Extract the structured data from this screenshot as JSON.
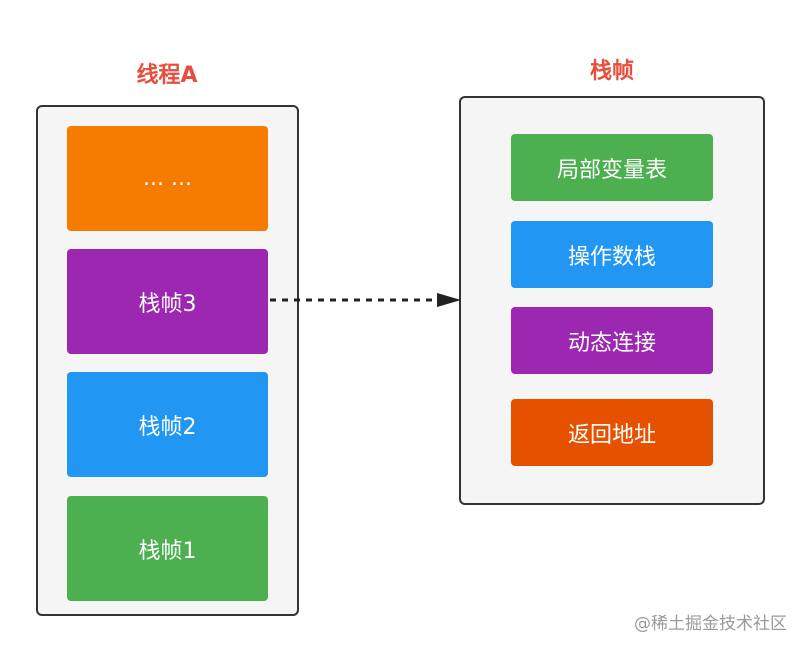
{
  "thread": {
    "title": "线程A",
    "frames": [
      {
        "label": "... ...",
        "color": "#f57c00"
      },
      {
        "label": "栈帧3",
        "color": "#9c27b0"
      },
      {
        "label": "栈帧2",
        "color": "#2196f3"
      },
      {
        "label": "栈帧1",
        "color": "#4caf50"
      }
    ]
  },
  "frame_detail": {
    "title": "栈帧",
    "parts": [
      {
        "label": "局部变量表",
        "color": "#4caf50"
      },
      {
        "label": "操作数栈",
        "color": "#2196f3"
      },
      {
        "label": "动态连接",
        "color": "#9c27b0"
      },
      {
        "label": "返回地址",
        "color": "#e65100"
      }
    ]
  },
  "colors": {
    "title": "#e84d3d",
    "panel_border": "#333333",
    "panel_fill": "#f5f5f5",
    "arrow": "#222222"
  },
  "watermark": "@稀土掘金技术社区"
}
